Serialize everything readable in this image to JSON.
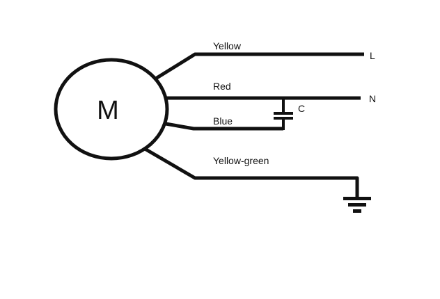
{
  "motor": {
    "symbol": "M"
  },
  "wires": {
    "yellow": "Yellow",
    "red": "Red",
    "blue": "Blue",
    "yellow_green": "Yellow-green"
  },
  "terminals": {
    "line": "L",
    "neutral": "N"
  },
  "capacitor": {
    "label": "C"
  },
  "colors": {
    "stroke": "#111111",
    "background": "#ffffff"
  }
}
